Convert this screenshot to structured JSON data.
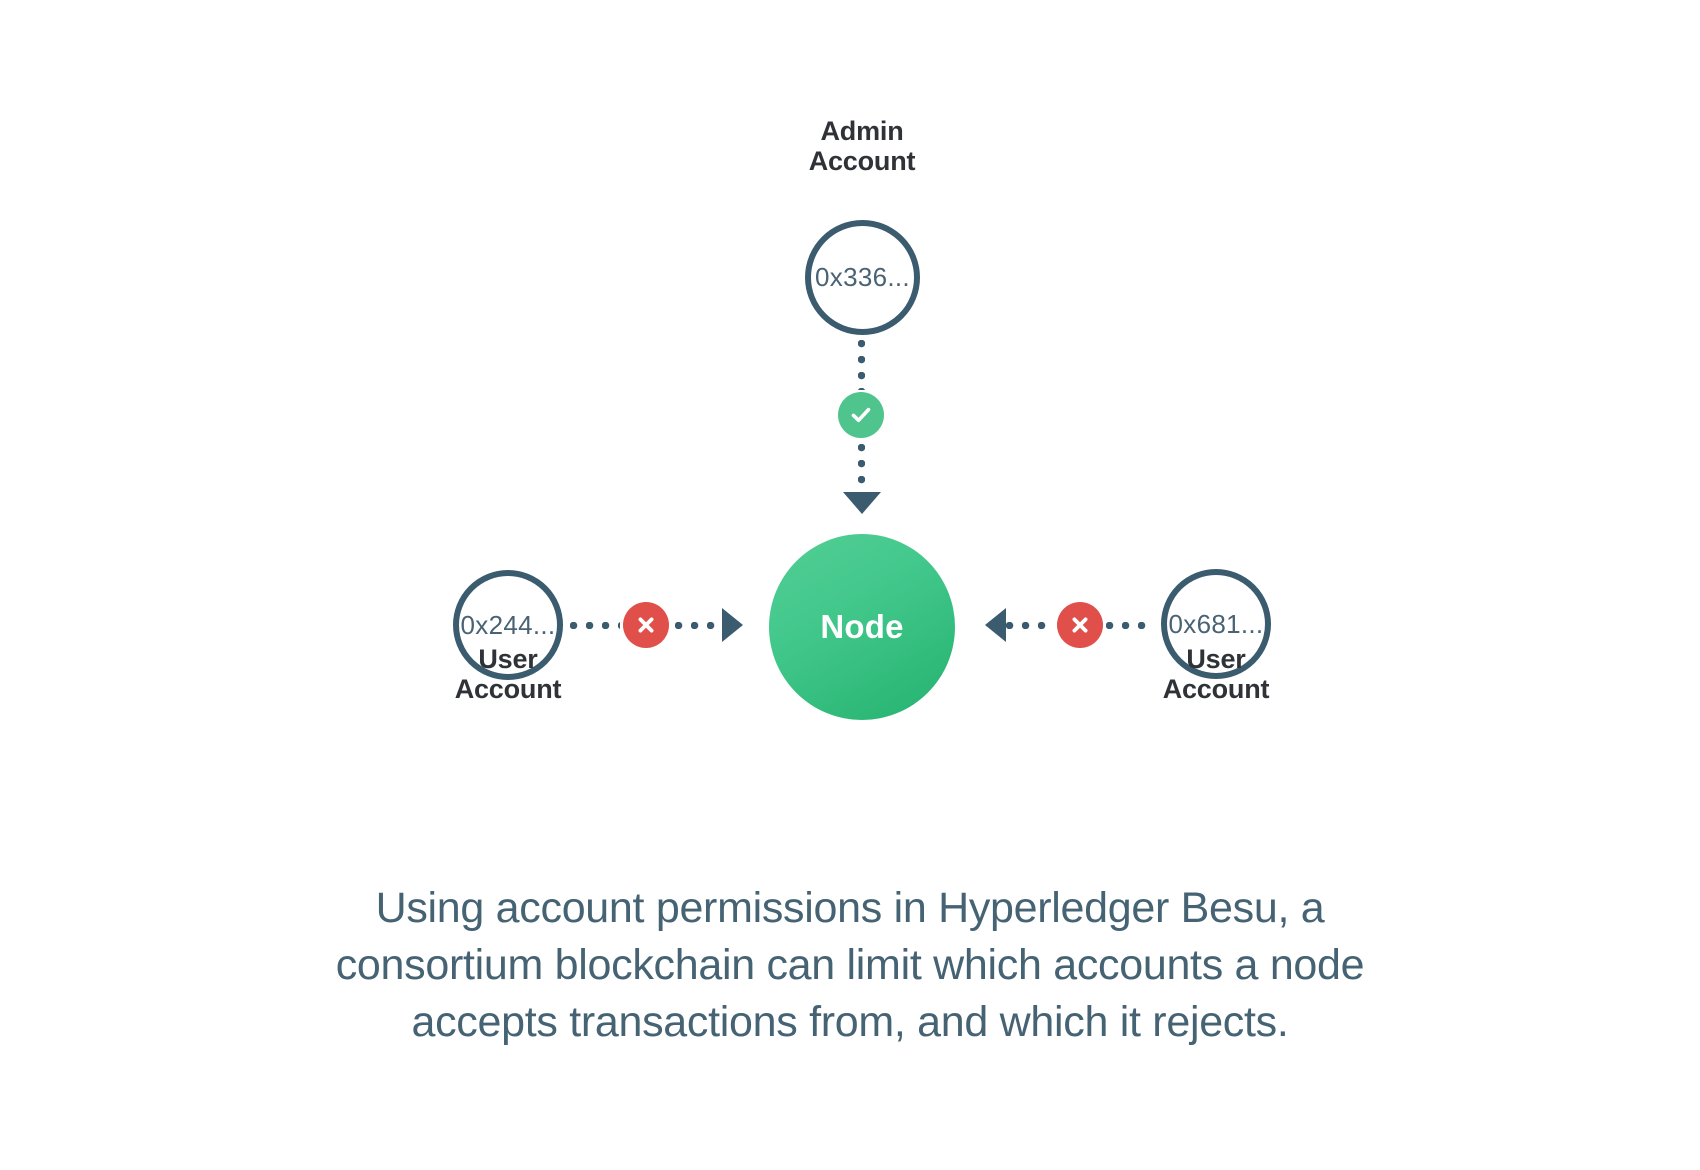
{
  "diagram": {
    "background_color": "#ffffff",
    "colors": {
      "outline_slate": "#3A5C6E",
      "label_dark": "#2F3337",
      "address_text": "#4A6374",
      "node_green_light": "#54CE95",
      "node_green_dark": "#24B26F",
      "allow_badge_green": "#4FC48D",
      "deny_badge_red": "#E04F49",
      "caption_slate": "#466374"
    },
    "admin": {
      "label": "Admin\nAccount",
      "address": "0x336...",
      "connector": {
        "badge_icon": "check-icon",
        "badge_meaning": "allowed",
        "arrow_direction": "down"
      }
    },
    "node": {
      "label": "Node"
    },
    "left_user": {
      "label": "User\nAccount",
      "address": "0x244...",
      "connector": {
        "badge_icon": "x-icon",
        "badge_meaning": "rejected",
        "arrow_direction": "right"
      }
    },
    "right_user": {
      "label": "User\nAccount",
      "address": "0x681...",
      "connector": {
        "badge_icon": "x-icon",
        "badge_meaning": "rejected",
        "arrow_direction": "left"
      }
    },
    "caption": {
      "line1": "Using account permissions in Hyperledger Besu, a",
      "line2": "consortium blockchain can limit which accounts a node",
      "line3": "accepts transactions from, and which it rejects."
    }
  }
}
